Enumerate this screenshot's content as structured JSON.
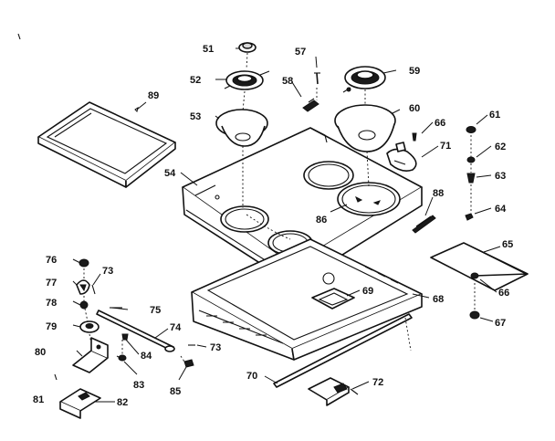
{
  "callouts": [
    {
      "id": "51",
      "text": "51"
    },
    {
      "id": "52",
      "text": "52"
    },
    {
      "id": "53",
      "text": "53"
    },
    {
      "id": "54",
      "text": "54"
    },
    {
      "id": "57",
      "text": "57"
    },
    {
      "id": "58",
      "text": "58"
    },
    {
      "id": "59",
      "text": "59"
    },
    {
      "id": "60",
      "text": "60"
    },
    {
      "id": "61",
      "text": "61"
    },
    {
      "id": "62",
      "text": "62"
    },
    {
      "id": "63",
      "text": "63"
    },
    {
      "id": "64",
      "text": "64"
    },
    {
      "id": "65",
      "text": "65"
    },
    {
      "id": "66a",
      "text": "66"
    },
    {
      "id": "66b",
      "text": "66"
    },
    {
      "id": "67",
      "text": "67"
    },
    {
      "id": "68",
      "text": "68"
    },
    {
      "id": "69",
      "text": "69"
    },
    {
      "id": "70",
      "text": "70"
    },
    {
      "id": "71",
      "text": "71"
    },
    {
      "id": "72",
      "text": "72"
    },
    {
      "id": "73a",
      "text": "73"
    },
    {
      "id": "73b",
      "text": "73"
    },
    {
      "id": "74",
      "text": "74"
    },
    {
      "id": "75",
      "text": "75"
    },
    {
      "id": "76",
      "text": "76"
    },
    {
      "id": "77",
      "text": "77"
    },
    {
      "id": "78",
      "text": "78"
    },
    {
      "id": "79",
      "text": "79"
    },
    {
      "id": "80",
      "text": "80"
    },
    {
      "id": "81",
      "text": "81"
    },
    {
      "id": "82",
      "text": "82"
    },
    {
      "id": "83",
      "text": "83"
    },
    {
      "id": "84",
      "text": "84"
    },
    {
      "id": "85",
      "text": "85"
    },
    {
      "id": "86",
      "text": "86"
    },
    {
      "id": "88",
      "text": "88"
    },
    {
      "id": "89",
      "text": "89"
    }
  ]
}
